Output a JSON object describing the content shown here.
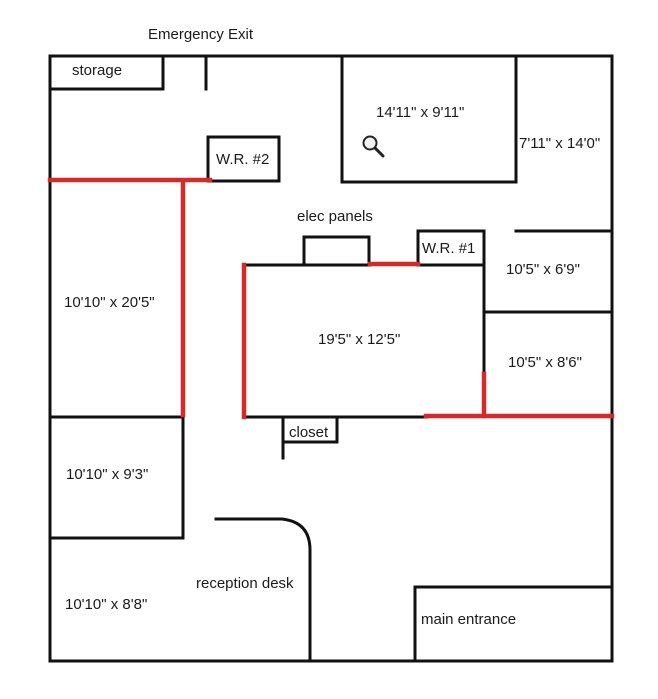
{
  "labels": {
    "emergency_exit": "Emergency Exit",
    "storage": "storage",
    "room_top_center": "14'11\" x 9'11\"",
    "room_top_right": "7'11\" x 14'0\"",
    "wr2": "W.R. #2",
    "elec_panels": "elec panels",
    "wr1": "W.R. #1",
    "room_left_large": "10'10\" x 20'5\"",
    "room_center": "19'5\" x 12'5\"",
    "room_right_upper": "10'5\" x 6'9\"",
    "room_right_lower": "10'5\" x 8'6\"",
    "closet": "closet",
    "room_left_middle": "10'10\" x 9'3\"",
    "room_left_bottom": "10'10\" x 8'8\"",
    "reception_desk": "reception desk",
    "main_entrance": "main entrance"
  },
  "icons": {
    "magnifier": "magnifier-icon"
  },
  "colors": {
    "wall": "#111111",
    "accent_wall": "#d42a2a"
  }
}
